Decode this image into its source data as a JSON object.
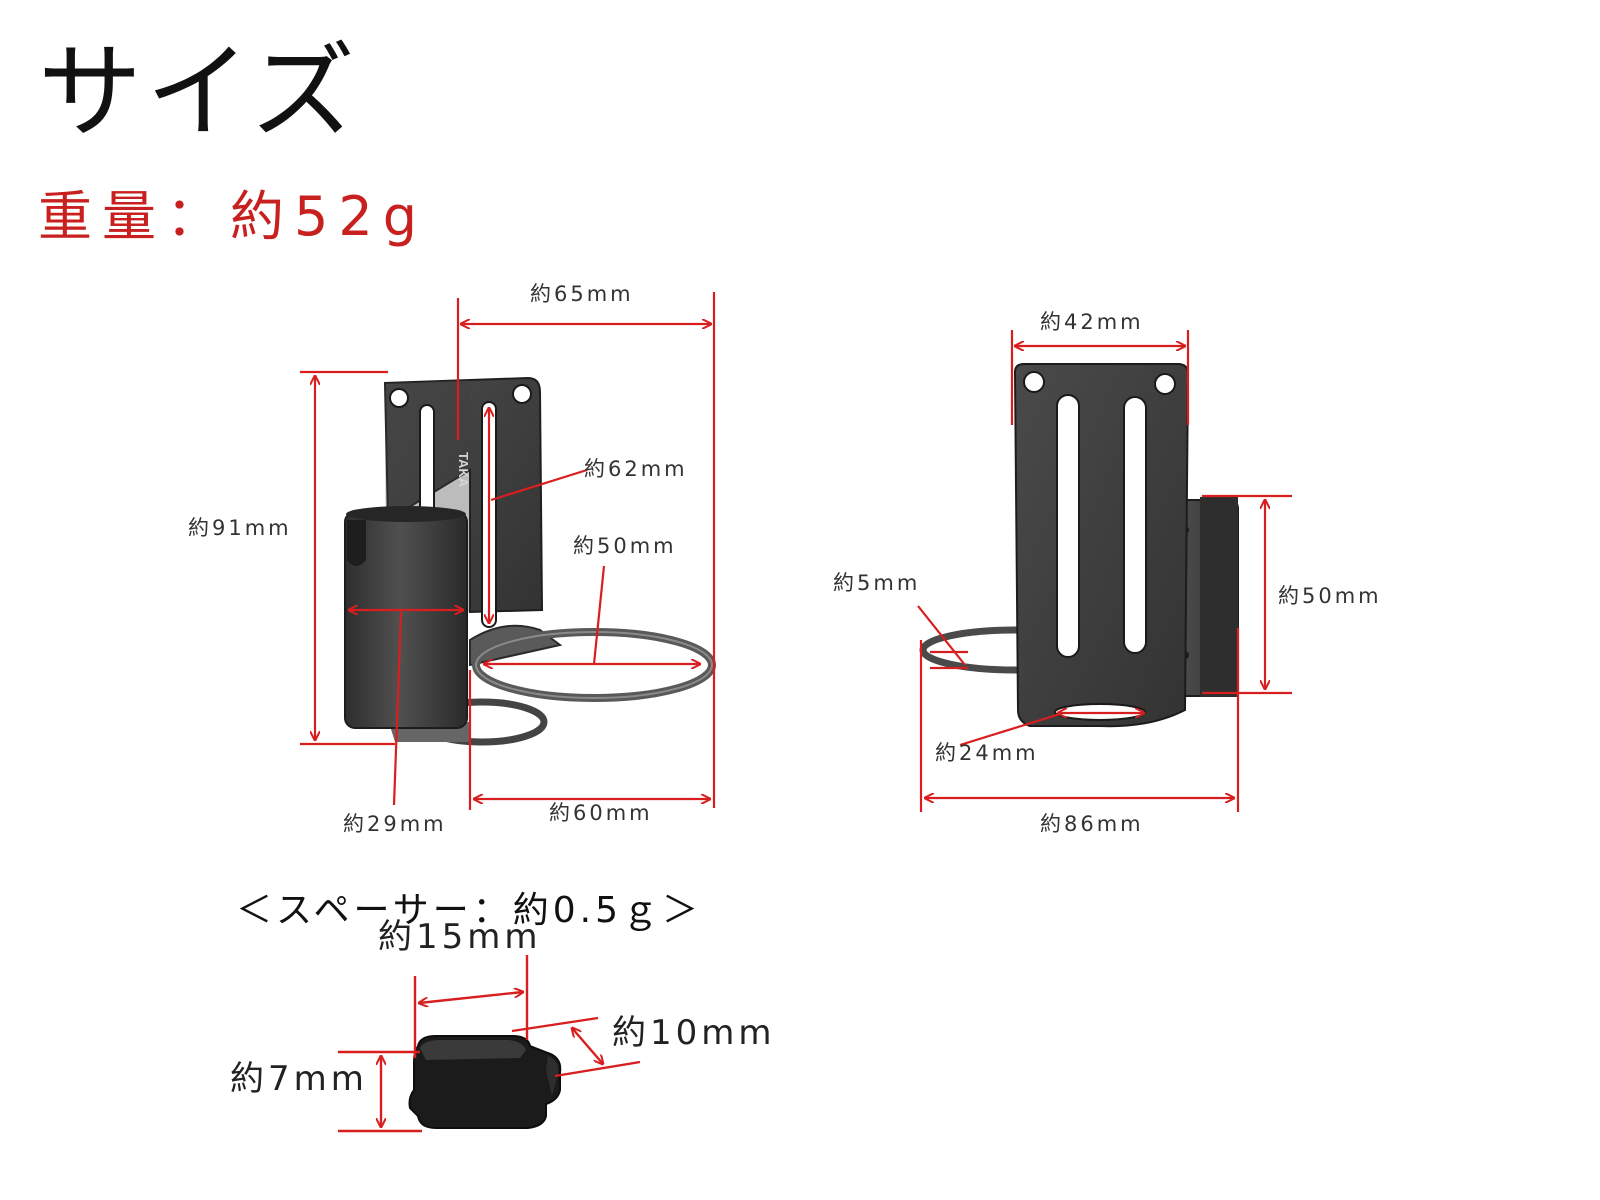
{
  "title": "サイズ",
  "weight": "重量：約52g",
  "spacer_title": "＜スペーサー：約0.5ｇ＞",
  "colors": {
    "accent_red": "#c8201e",
    "metal_dark": "#3c3c3c",
    "metal_mid": "#555555",
    "metal_light": "#777777"
  },
  "front_view": {
    "brand_mark": "TAKA",
    "dims": {
      "width_top": "約65mm",
      "height": "約91mm",
      "slot": "約62mm",
      "ring": "約50mm",
      "sleeve": "約29mm",
      "width_bottom": "約60mm"
    }
  },
  "back_view": {
    "dims": {
      "plate_width": "約42mm",
      "ring_wire": "約5mm",
      "sleeve_height": "約50mm",
      "ring_inner": "約24mm",
      "total_width": "約86mm"
    }
  },
  "spacer": {
    "dims": {
      "width": "約15mm",
      "depth": "約10mm",
      "height": "約7mm"
    }
  }
}
